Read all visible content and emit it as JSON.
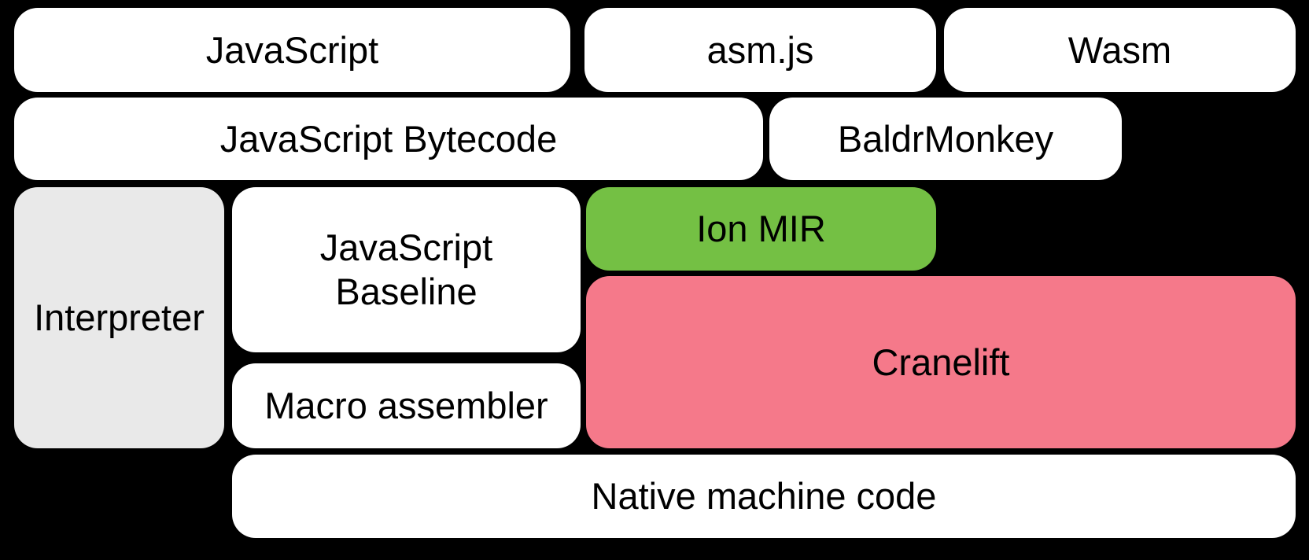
{
  "diagram": {
    "title": "SpiderMonkey compiler pipeline diagram",
    "background_color": "#000000",
    "text_color": "#000000",
    "colors": {
      "white": "#FFFFFF",
      "gray": "#E9E9E9",
      "green": "#74C044",
      "pink": "#F5798A"
    },
    "nodes": [
      {
        "id": "javascript",
        "label": "JavaScript",
        "color": "#FFFFFF"
      },
      {
        "id": "asmjs",
        "label": "asm.js",
        "color": "#FFFFFF"
      },
      {
        "id": "wasm",
        "label": "Wasm",
        "color": "#FFFFFF"
      },
      {
        "id": "js-bytecode",
        "label": "JavaScript Bytecode",
        "color": "#FFFFFF"
      },
      {
        "id": "baldrmonkey",
        "label": "BaldrMonkey",
        "color": "#FFFFFF"
      },
      {
        "id": "interpreter",
        "label": "Interpreter",
        "color": "#E9E9E9"
      },
      {
        "id": "js-baseline",
        "label": "JavaScript\nBaseline",
        "color": "#FFFFFF"
      },
      {
        "id": "ion-mir",
        "label": "Ion MIR",
        "color": "#74C044"
      },
      {
        "id": "cranelift",
        "label": "Cranelift",
        "color": "#F5798A"
      },
      {
        "id": "macro-assembler",
        "label": "Macro assembler",
        "color": "#FFFFFF"
      },
      {
        "id": "native-machine-code",
        "label": "Native machine code",
        "color": "#FFFFFF"
      }
    ]
  }
}
